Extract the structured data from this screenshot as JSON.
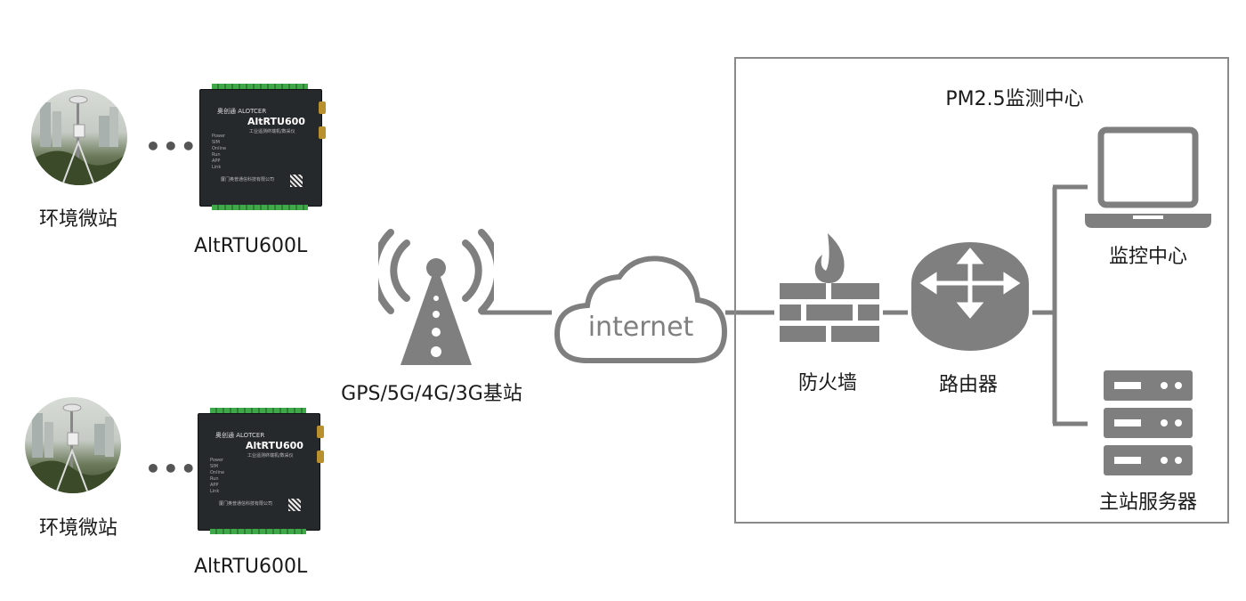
{
  "stations": [
    {
      "label": "环境微站",
      "device_label": "AltRTU600L",
      "device_model": "AltRTU600",
      "device_subtitle": "工业遥测终端机/数采仪",
      "device_brand": "奥创通 ALOTCER",
      "device_leds": [
        "Power",
        "SIM",
        "Online",
        "Run",
        "APP",
        "Link"
      ],
      "device_footer": "厦门奥普通信科技有限公司"
    },
    {
      "label": "环境微站",
      "device_label": "AltRTU600L",
      "device_model": "AltRTU600",
      "device_subtitle": "工业遥测终端机/数采仪",
      "device_brand": "奥创通 ALOTCER",
      "device_leds": [
        "Power",
        "SIM",
        "Online",
        "Run",
        "APP",
        "Link"
      ],
      "device_footer": "厦门奥普通信科技有限公司"
    }
  ],
  "connector_dots": "•••",
  "tower": {
    "label": "GPS/5G/4G/3G基站",
    "icon": "radio-tower-icon"
  },
  "cloud": {
    "label": "internet",
    "icon": "cloud-icon"
  },
  "center": {
    "title": "PM2.5监测中心",
    "firewall": {
      "label": "防火墙",
      "icon": "firewall-icon"
    },
    "router": {
      "label": "路由器",
      "icon": "router-icon"
    },
    "monitor": {
      "label": "监控中心",
      "icon": "laptop-icon"
    },
    "server": {
      "label": "主站服务器",
      "icon": "server-icon"
    }
  },
  "colors": {
    "icon_gray": "#7f7f7f",
    "frame_gray": "#8a8a8a",
    "device_green": "#3fa94a"
  }
}
